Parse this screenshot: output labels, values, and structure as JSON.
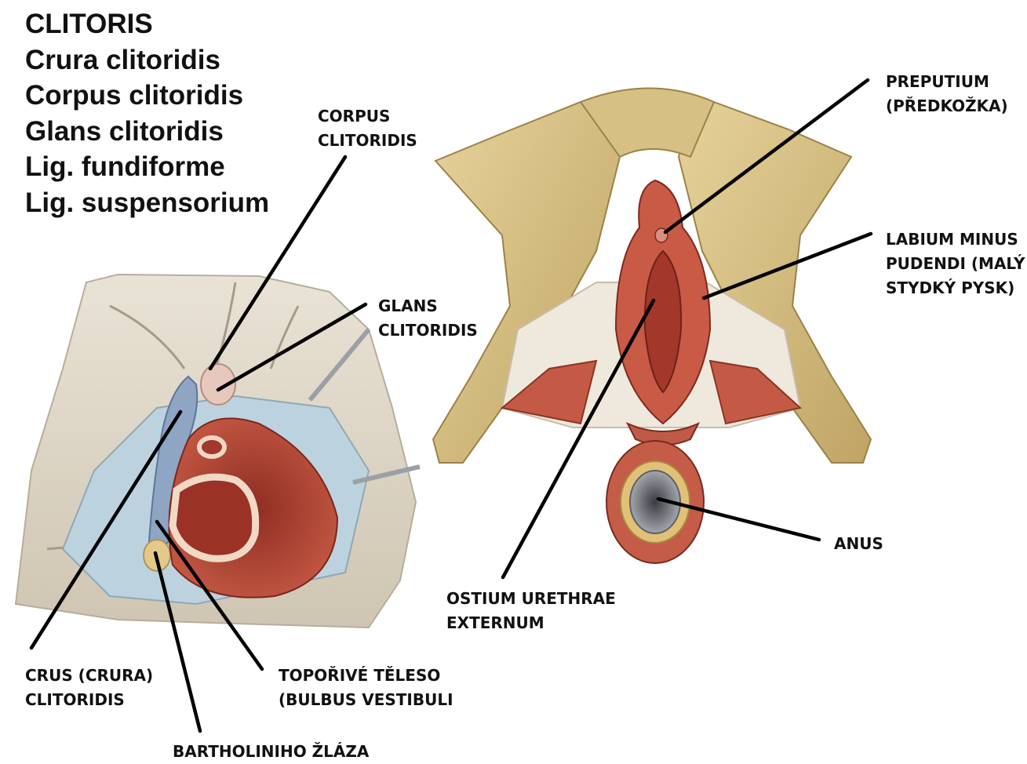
{
  "title_list": [
    "CLITORIS",
    "Crura clitoridis",
    "Corpus clitoridis",
    "Glans clitoridis",
    "Lig. fundiforme",
    "Lig. suspensorium"
  ],
  "labels": {
    "corpus": [
      "CORPUS",
      "CLITORIDIS"
    ],
    "glans": [
      "GLANS",
      "CLITORIDIS"
    ],
    "preputium": [
      "PREPUTIUM",
      "(PŘEDKOŽKA)"
    ],
    "labium": [
      "LABIUM MINUS",
      "PUDENDI (MALÝ",
      "STYDKÝ PYSK)"
    ],
    "anus": [
      "ANUS"
    ],
    "ostium": [
      "OSTIUM URETHRAE",
      "EXTERNUM"
    ],
    "crus": [
      "CRUS (CRURA)",
      "CLITORIDIS"
    ],
    "topor": [
      "TOPOŘIVÉ TĚLESO",
      "(BULBUS VESTIBULI"
    ],
    "bartholin": [
      "BARTHOLINIHO ŽLÁZA"
    ]
  }
}
